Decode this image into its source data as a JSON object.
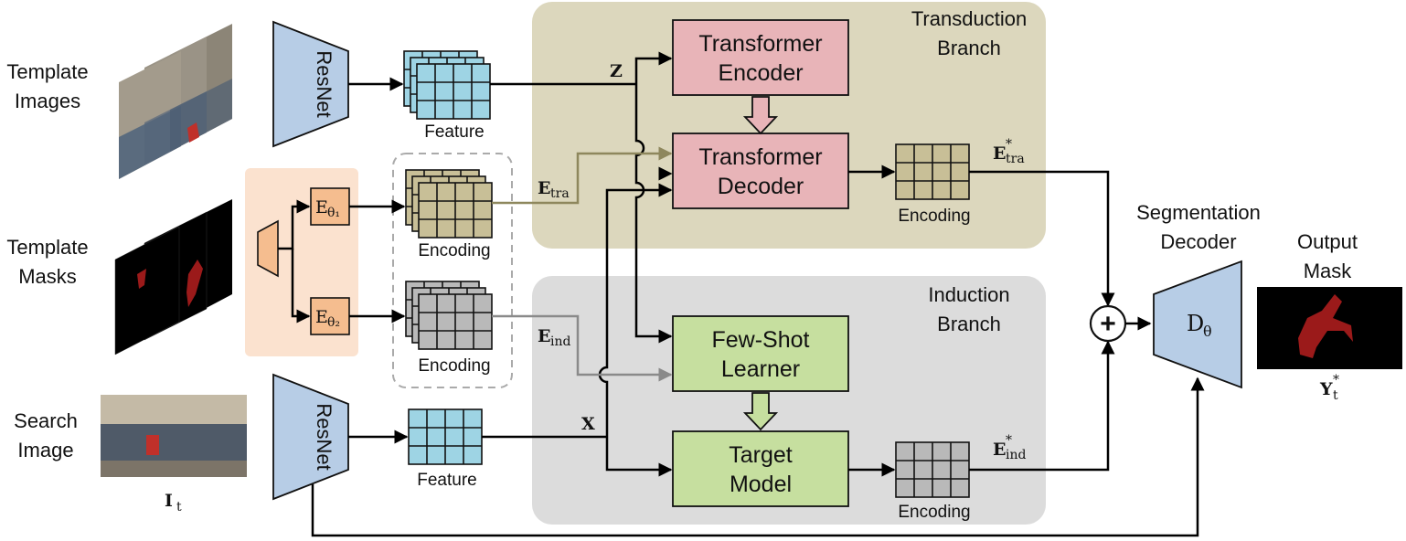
{
  "labels": {
    "template_images": [
      "Template",
      "Images"
    ],
    "template_masks": [
      "Template",
      "Masks"
    ],
    "search_image": [
      "Search",
      "Image"
    ],
    "search_image_symbol": "I",
    "search_image_symbol_sub": "t",
    "resnet": "ResNet",
    "feature": "Feature",
    "encoding": "Encoding",
    "enc_theta1": "E",
    "enc_theta1_sub": "θ₁",
    "enc_theta2": "E",
    "enc_theta2_sub": "θ₂",
    "z": "Z",
    "x": "X",
    "e_tra": "E",
    "e_tra_sub": "tra",
    "e_ind": "E",
    "e_ind_sub": "ind",
    "e_tra_star": "E",
    "e_tra_star_sub": "tra",
    "e_ind_star": "E",
    "e_ind_star_sub": "ind",
    "star": "*",
    "transduction_branch": [
      "Transduction",
      "Branch"
    ],
    "induction_branch": [
      "Induction",
      "Branch"
    ],
    "transformer_encoder": [
      "Transformer",
      "Encoder"
    ],
    "transformer_decoder": [
      "Transformer",
      "Decoder"
    ],
    "few_shot_learner": [
      "Few-Shot",
      "Learner"
    ],
    "target_model": [
      "Target",
      "Model"
    ],
    "segmentation_decoder": [
      "Segmentation",
      "Decoder"
    ],
    "decoder_symbol": "D",
    "decoder_symbol_sub": "θ",
    "output_mask": [
      "Output",
      "Mask"
    ],
    "output_symbol": "Y",
    "output_symbol_sub": "t",
    "plus": "+"
  },
  "colors": {
    "resnet": "#b7cde6",
    "feature": "#9ed4e4",
    "encoding_tra": "#c8bf97",
    "encoding_gray": "#b9b9b9",
    "transduction_bg": "#dcd7bd",
    "induction_bg": "#dcdcdc",
    "transformer_box": "#e8b4b8",
    "learner_box": "#c6df9f",
    "mask_encoder_bg": "#fbe2cf",
    "mask_encoder": "#f5bd8f",
    "tra_arrow": "#8e875d"
  }
}
